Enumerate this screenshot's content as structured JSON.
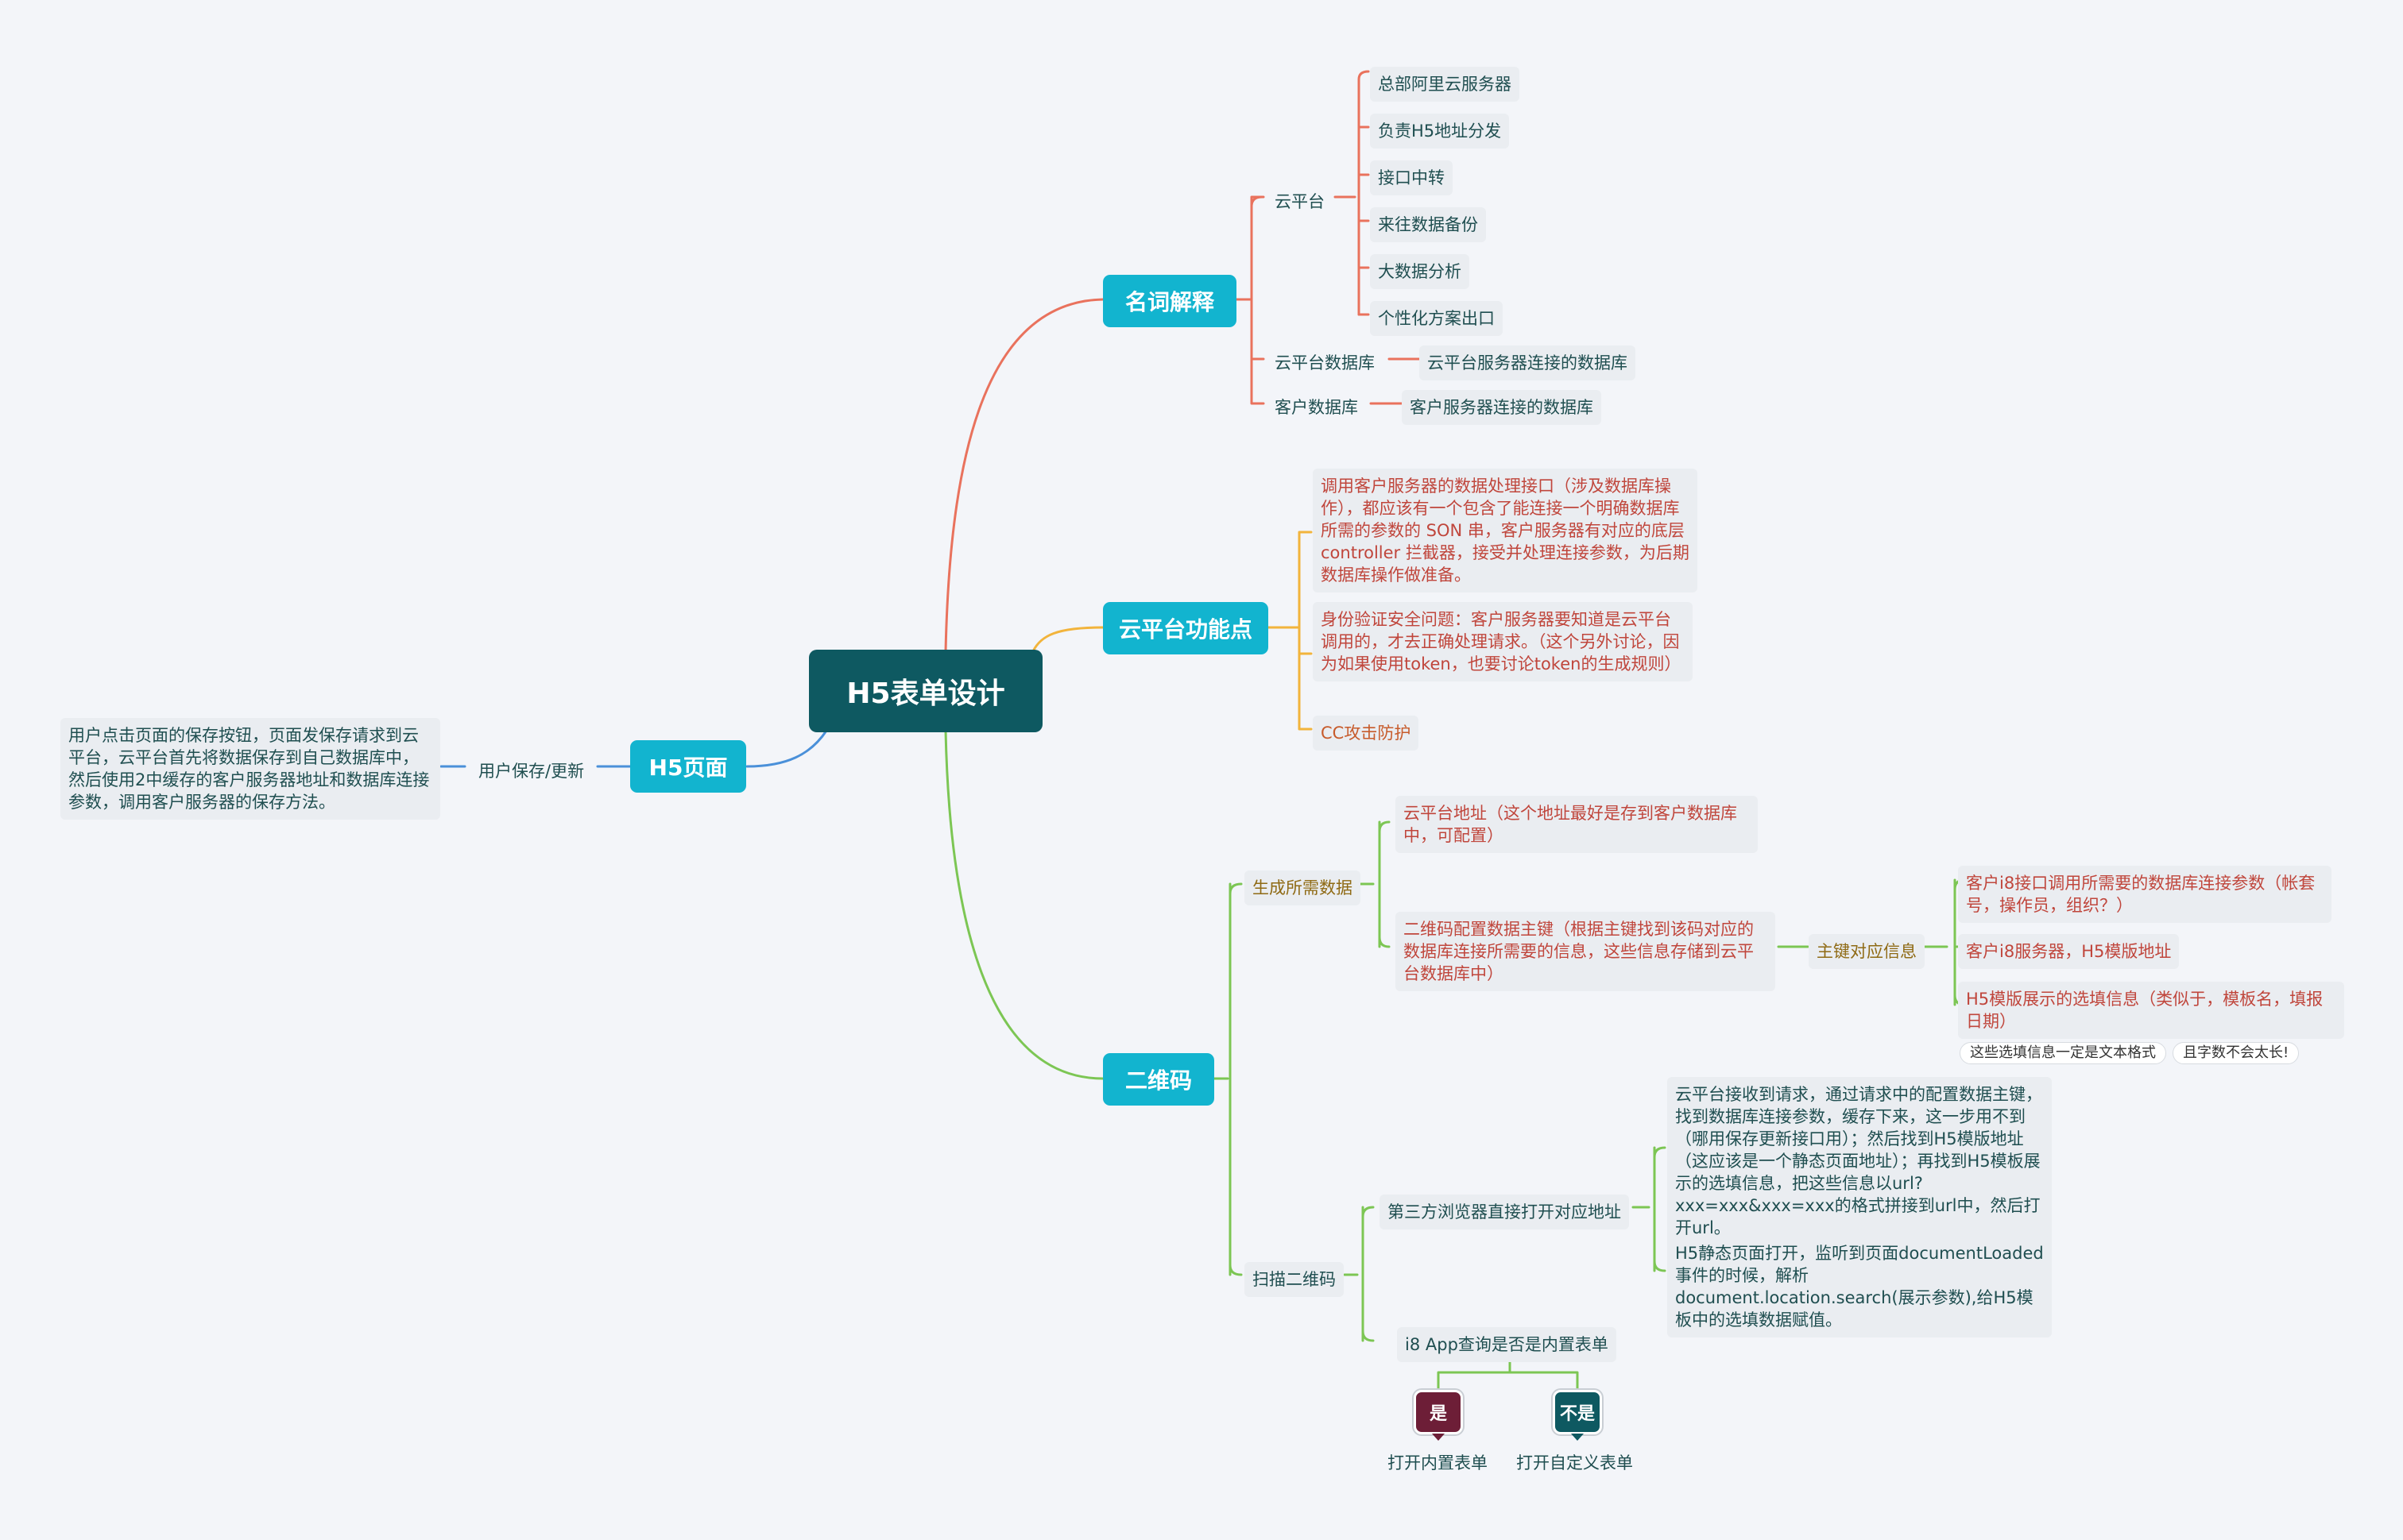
{
  "root": "H5表单设计",
  "colors": {
    "root": "#0e5961",
    "main": "#12b4cf",
    "branch_red": "#e9725d",
    "branch_orange": "#f2b43c",
    "branch_green": "#7cc654",
    "branch_blue": "#4a90d9"
  },
  "b1": {
    "title": "名词解释",
    "cloud": "云平台",
    "cloud_items": [
      "总部阿里云服务器",
      "负责H5地址分发",
      "接口中转",
      "来往数据备份",
      "大数据分析",
      "个性化方案出口"
    ],
    "cloud_db": "云平台数据库",
    "cloud_db_desc": "云平台服务器连接的数据库",
    "client_db": "客户数据库",
    "client_db_desc": "客户服务器连接的数据库"
  },
  "b2": {
    "title": "云平台功能点",
    "p1": "调用客户服务器的数据处理接口（涉及数据库操作），都应该有一个包含了能连接一个明确数据库所需的参数的 SON 串，客户服务器有对应的底层 controller 拦截器，接受并处理连接参数，为后期数据库操作做准备。",
    "p2": "身份验证安全问题：客户服务器要知道是云平台调用的，才去正确处理请求。（这个另外讨论，因为如果使用token，也要讨论token的生成规则）",
    "p3": "CC攻击防护"
  },
  "b3": {
    "title": "二维码",
    "gen": "生成所需数据",
    "gen1": "云平台地址（这个地址最好是存到客户数据库中，可配置）",
    "gen2": "二维码配置数据主键（根据主键找到该码对应的数据库连接所需要的信息，这些信息存储到云平台数据库中）",
    "key": "主键对应信息",
    "key1": "客户i8接口调用所需要的数据库连接参数（帐套号，操作员，组织？）",
    "key2": "客户i8服务器，H5模版地址",
    "key3": "H5模版展示的选填信息（类似于，模板名，填报日期）",
    "note1": "这些选填信息一定是文本格式",
    "note2": "且字数不会太长!",
    "scan": "扫描二维码",
    "third": "第三方浏览器直接打开对应地址",
    "third1": "云平台接收到请求，通过请求中的配置数据主键，找到数据库连接参数，缓存下来，这一步用不到（哪用保存更新接口用）；然后找到H5模版地址（这应该是一个静态页面地址）；再找到H5模板展示的选填信息，把这些信息以url?xxx=xxx&xxx=xxx的格式拼接到url中，然后打开url。",
    "third2": "H5静态页面打开，监听到页面documentLoaded事件的时候，解析document.location.search(展示参数),给H5模板中的选填数据赋值。",
    "app": "i8 App查询是否是内置表单",
    "yes": "是",
    "no": "不是",
    "yes_action": "打开内置表单",
    "no_action": "打开自定义表单"
  },
  "b4": {
    "title": "H5页面",
    "save": "用户保存/更新",
    "save_desc": "用户点击页面的保存按钮，页面发保存请求到云平台，云平台首先将数据保存到自己数据库中，然后使用2中缓存的客户服务器地址和数据库连接参数，调用客户服务器的保存方法。"
  }
}
